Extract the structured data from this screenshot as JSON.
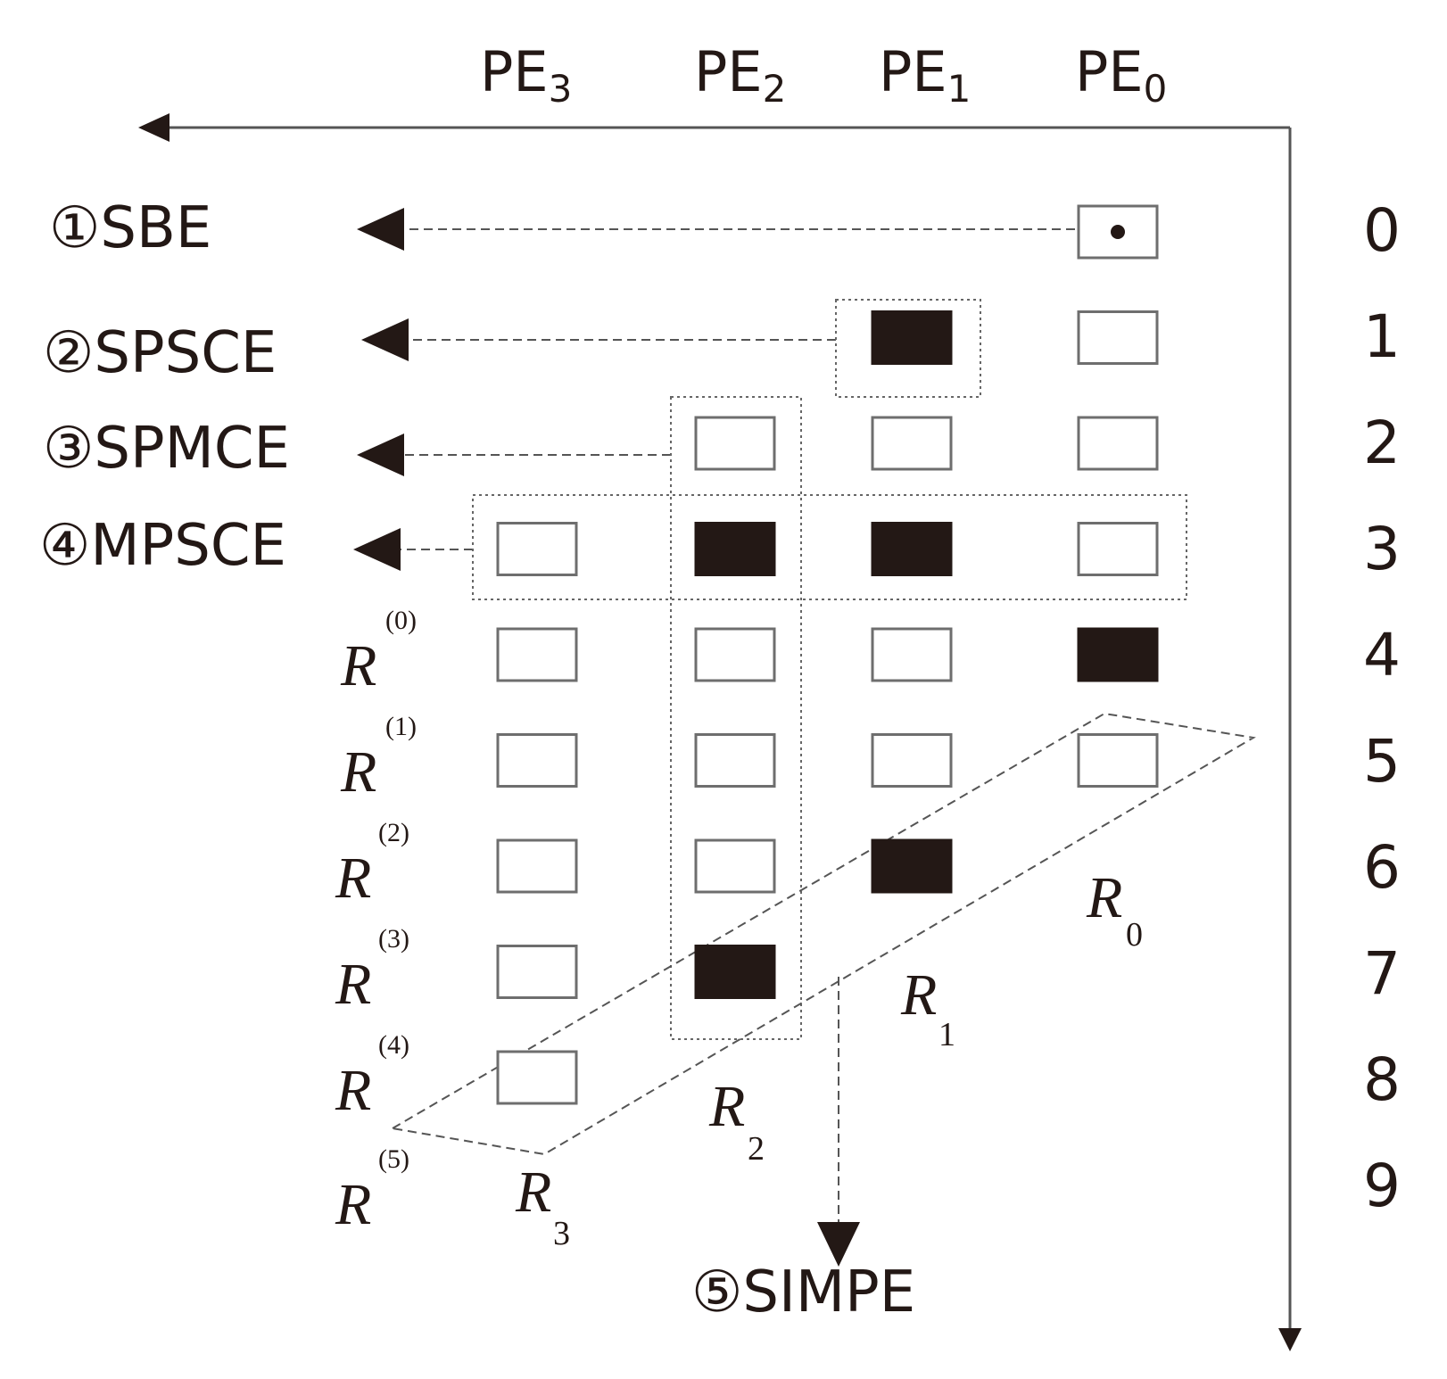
{
  "pe_headers": [
    {
      "base": "PE",
      "sub": "3"
    },
    {
      "base": "PE",
      "sub": "2"
    },
    {
      "base": "PE",
      "sub": "1"
    },
    {
      "base": "PE",
      "sub": "0"
    }
  ],
  "row_numbers": [
    "0",
    "1",
    "2",
    "3",
    "4",
    "5",
    "6",
    "7",
    "8",
    "9"
  ],
  "error_labels": {
    "sbe": "①SBE",
    "spsce": "②SPSCE",
    "spmce": "③SPMCE",
    "mpsce": "④MPSCE",
    "simpe": "⑤SIMPE"
  },
  "row_labels": [
    {
      "base": "R",
      "sup": "(0)"
    },
    {
      "base": "R",
      "sup": "(1)"
    },
    {
      "base": "R",
      "sup": "(2)"
    },
    {
      "base": "R",
      "sup": "(3)"
    },
    {
      "base": "R",
      "sup": "(4)"
    },
    {
      "base": "R",
      "sup": "(5)"
    }
  ],
  "pe_residues": [
    {
      "base": "R",
      "sub": "0"
    },
    {
      "base": "R",
      "sub": "1"
    },
    {
      "base": "R",
      "sub": "2"
    },
    {
      "base": "R",
      "sub": "3"
    }
  ],
  "grid": {
    "columns": [
      "PE3",
      "PE2",
      "PE1",
      "PE0"
    ],
    "cells": [
      {
        "row": 0,
        "col": 3,
        "state": "dot"
      },
      {
        "row": 1,
        "col": 2,
        "state": "filled"
      },
      {
        "row": 1,
        "col": 3,
        "state": "empty"
      },
      {
        "row": 2,
        "col": 1,
        "state": "empty"
      },
      {
        "row": 2,
        "col": 2,
        "state": "empty"
      },
      {
        "row": 2,
        "col": 3,
        "state": "empty"
      },
      {
        "row": 3,
        "col": 0,
        "state": "empty"
      },
      {
        "row": 3,
        "col": 1,
        "state": "filled"
      },
      {
        "row": 3,
        "col": 2,
        "state": "filled"
      },
      {
        "row": 3,
        "col": 3,
        "state": "empty"
      },
      {
        "row": 4,
        "col": 0,
        "state": "empty"
      },
      {
        "row": 4,
        "col": 1,
        "state": "empty"
      },
      {
        "row": 4,
        "col": 2,
        "state": "empty"
      },
      {
        "row": 4,
        "col": 3,
        "state": "filled"
      },
      {
        "row": 5,
        "col": 0,
        "state": "empty"
      },
      {
        "row": 5,
        "col": 1,
        "state": "empty"
      },
      {
        "row": 5,
        "col": 2,
        "state": "empty"
      },
      {
        "row": 5,
        "col": 3,
        "state": "empty"
      },
      {
        "row": 6,
        "col": 0,
        "state": "empty"
      },
      {
        "row": 6,
        "col": 1,
        "state": "empty"
      },
      {
        "row": 6,
        "col": 2,
        "state": "filled"
      },
      {
        "row": 7,
        "col": 0,
        "state": "empty"
      },
      {
        "row": 7,
        "col": 1,
        "state": "filled"
      },
      {
        "row": 8,
        "col": 0,
        "state": "empty"
      }
    ]
  },
  "colors": {
    "ink": "#231815",
    "outline": "#6e6e6e",
    "dash": "#555555"
  }
}
